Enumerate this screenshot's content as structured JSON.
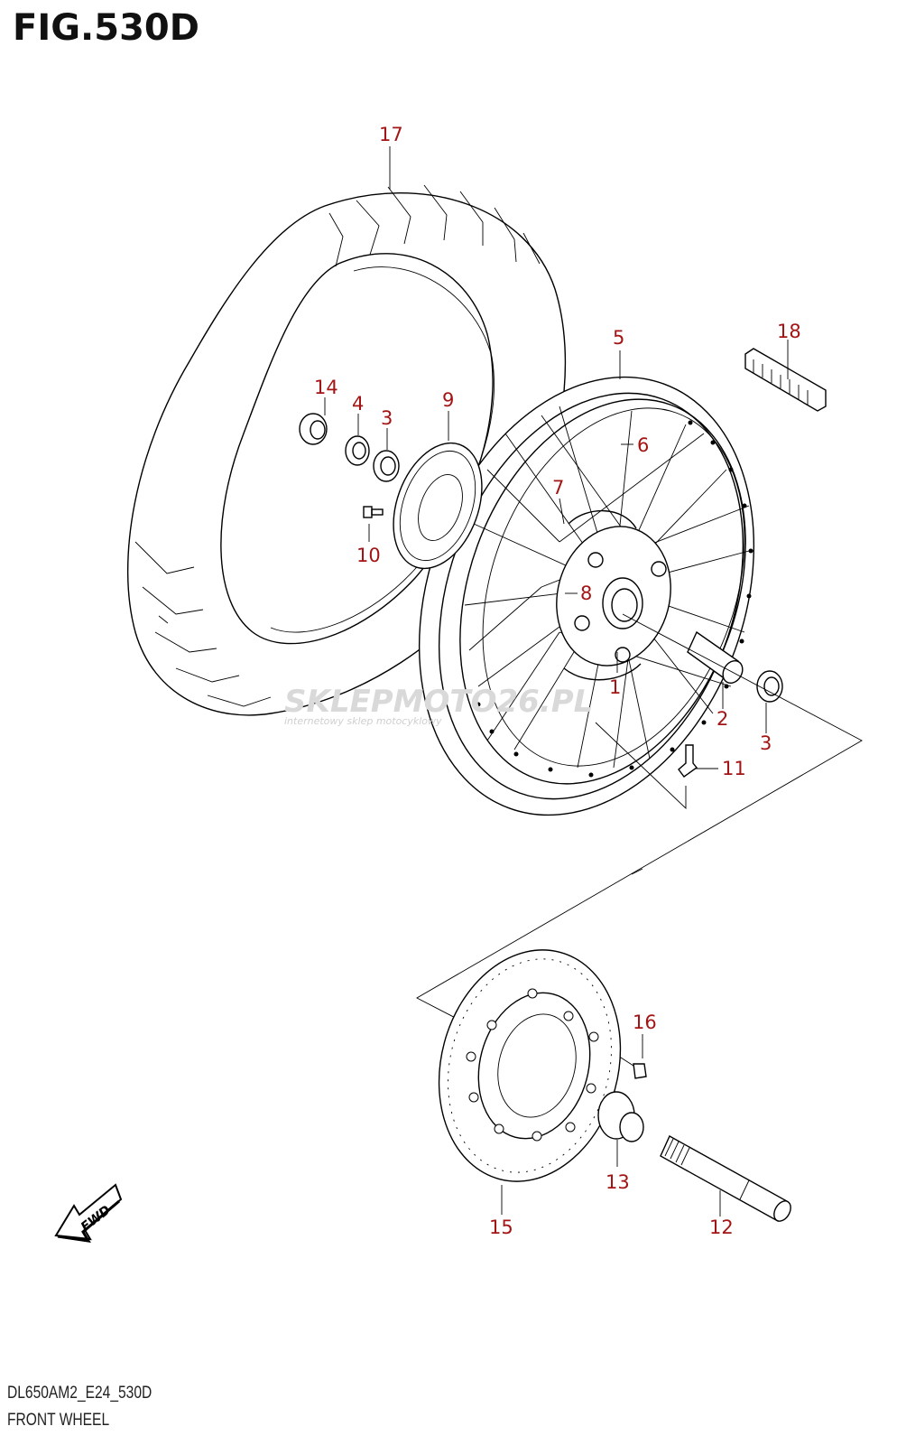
{
  "figure_title": "FIG.530D",
  "footer": {
    "code": "DL650AM2_E24_530D",
    "name": "FRONT WHEEL"
  },
  "watermark": {
    "brand": "SKLEPMOTO26.PL",
    "tagline": "internetowy sklep motocyklowy"
  },
  "badge": "FWD",
  "callouts": {
    "c1": "1",
    "c2": "2",
    "c3a": "3",
    "c3b": "3",
    "c4": "4",
    "c5": "5",
    "c6": "6",
    "c7": "7",
    "c8": "8",
    "c9": "9",
    "c10": "10",
    "c11": "11",
    "c12": "12",
    "c13": "13",
    "c14": "14",
    "c15": "15",
    "c16": "16",
    "c17": "17",
    "c18": "18"
  },
  "colors": {
    "callout": "#a31515",
    "line": "#000000",
    "watermark": "#d9d9d9"
  }
}
